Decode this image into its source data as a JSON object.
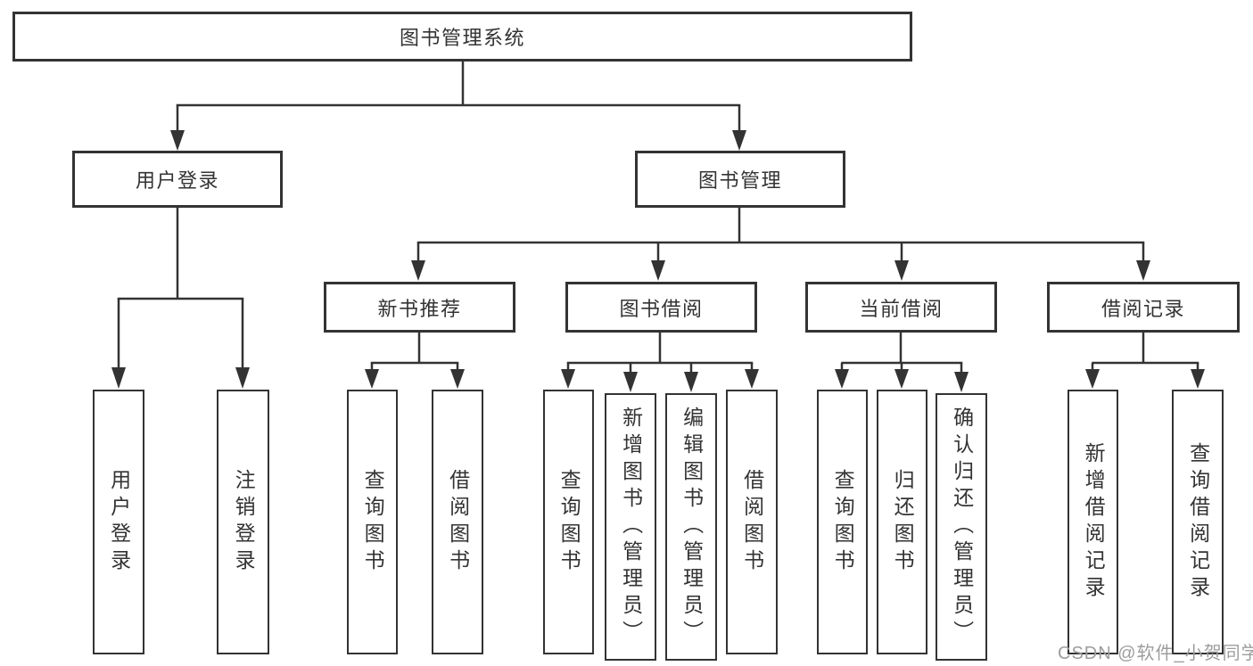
{
  "diagram": {
    "root": "图书管理系统",
    "user_branch": {
      "label": "用户登录",
      "children": [
        "用户登录",
        "注销登录"
      ]
    },
    "mgmt_branch": {
      "label": "图书管理",
      "groups": [
        {
          "label": "新书推荐",
          "children": [
            "查询图书",
            "借阅图书"
          ]
        },
        {
          "label": "图书借阅",
          "children": [
            "查询图书",
            "新增图书（管理员）",
            "编辑图书（管理员）",
            "借阅图书"
          ]
        },
        {
          "label": "当前借阅",
          "children": [
            "查询图书",
            "归还图书",
            "确认归还（管理员）"
          ]
        },
        {
          "label": "借阅记录",
          "children": [
            "新增借阅记录",
            "查询借阅记录"
          ]
        }
      ]
    }
  },
  "watermark": "CSDN @软件_小贺同学",
  "colors": {
    "line": "#333333",
    "text": "#333333",
    "box_border": "#333333",
    "watermark": "#9d9d9d",
    "background": "#ffffff"
  }
}
